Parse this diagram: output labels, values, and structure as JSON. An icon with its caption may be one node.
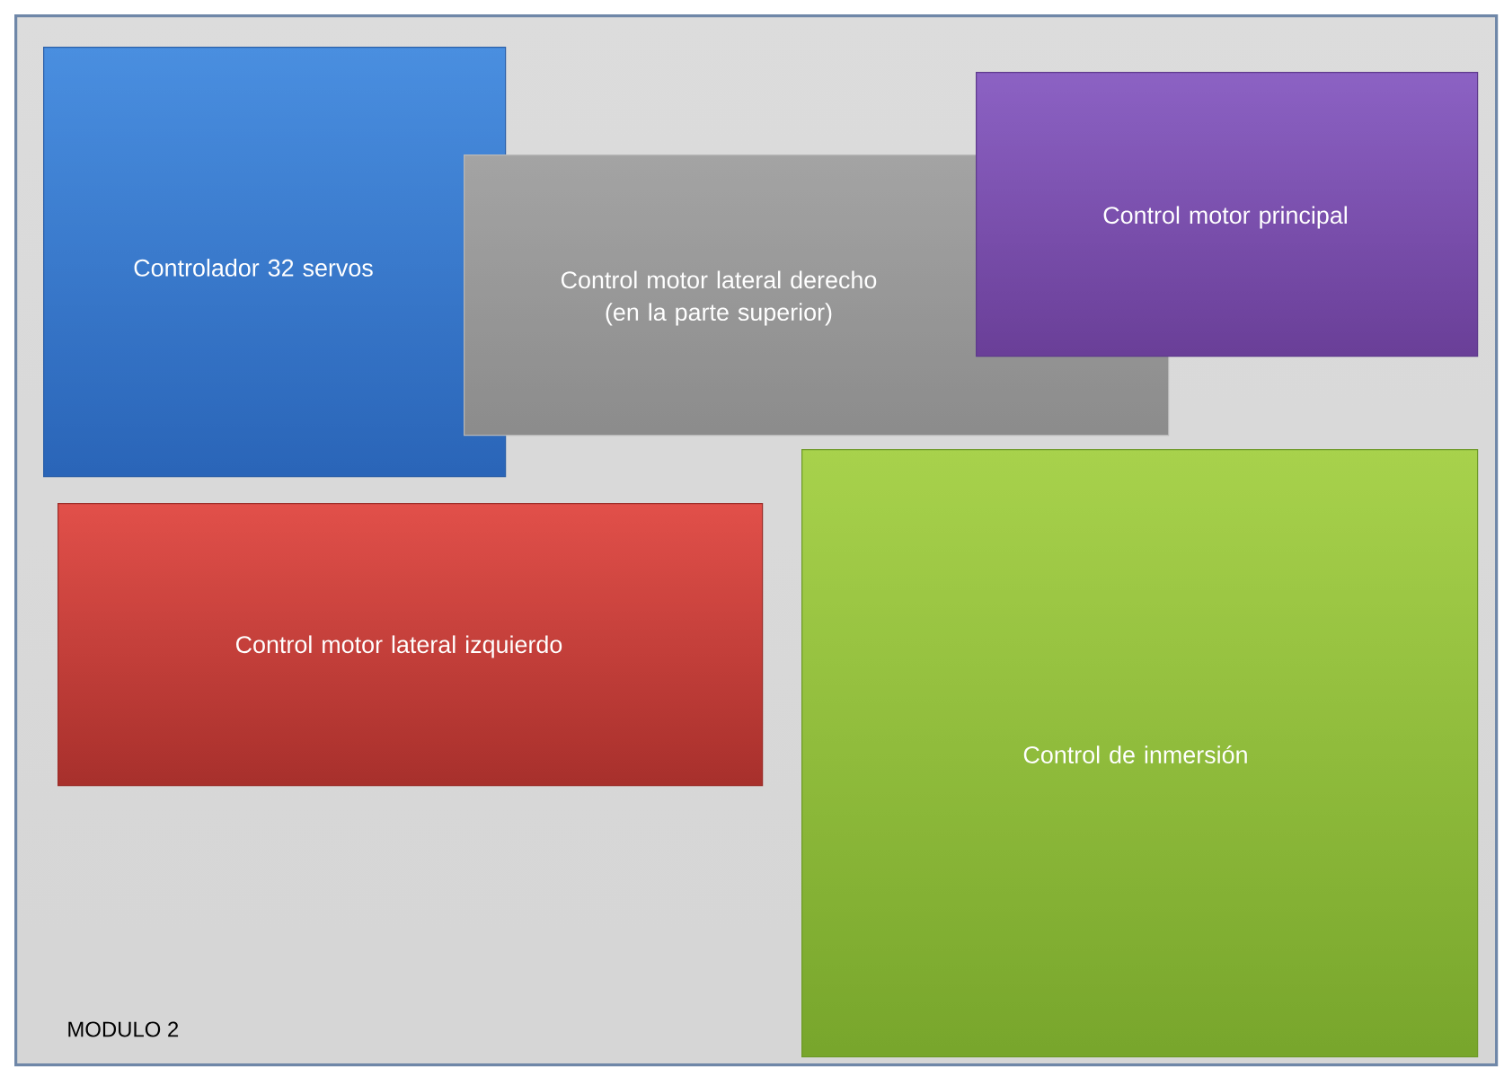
{
  "diagram": {
    "nodes": [
      {
        "text": [
          "MODULO 2"
        ]
      },
      {
        "text": [
          "Controlador 32 servos"
        ],
        "in": 0
      },
      {
        "text": [
          "Control motor lateral derecho (en la parte superior)"
        ],
        "in": 0
      },
      {
        "text": [
          "Control motor principal"
        ],
        "in": 0
      },
      {
        "text": [
          "Control motor lateral izquierdo"
        ],
        "in": 0
      },
      {
        "text": [
          "Control de inmersión"
        ],
        "in": 0
      }
    ]
  }
}
